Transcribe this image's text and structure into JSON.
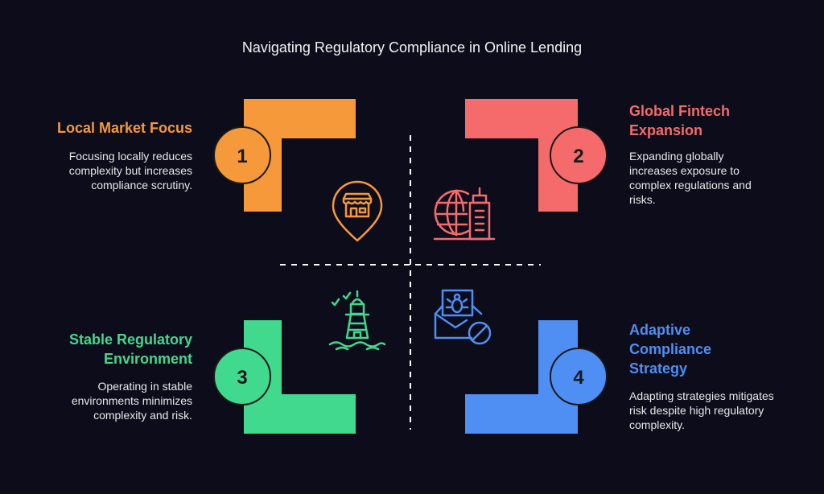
{
  "title": "Navigating Regulatory Compliance in Online Lending",
  "colors": {
    "background": "#0d0c1b",
    "q1": "#f6993a",
    "q2": "#f56b6b",
    "q3": "#41d98e",
    "q4": "#4f8ef3"
  },
  "quadrants": [
    {
      "number": "1",
      "heading": "Local Market Focus",
      "description": "Focusing locally reduces complexity but increases compliance scrutiny.",
      "icon": "storefront-location-pin-icon"
    },
    {
      "number": "2",
      "heading": "Global Fintech Expansion",
      "description": "Expanding globally increases exposure to complex regulations and risks.",
      "icon": "globe-skyscraper-icon"
    },
    {
      "number": "3",
      "heading": "Stable Regulatory Environment",
      "description": "Operating in stable environments minimizes complexity and risk.",
      "icon": "lighthouse-icon"
    },
    {
      "number": "4",
      "heading": "Adaptive Compliance Strategy",
      "description": "Adapting strategies mitigates risk despite high regulatory complexity.",
      "icon": "email-bug-blocked-icon"
    }
  ]
}
